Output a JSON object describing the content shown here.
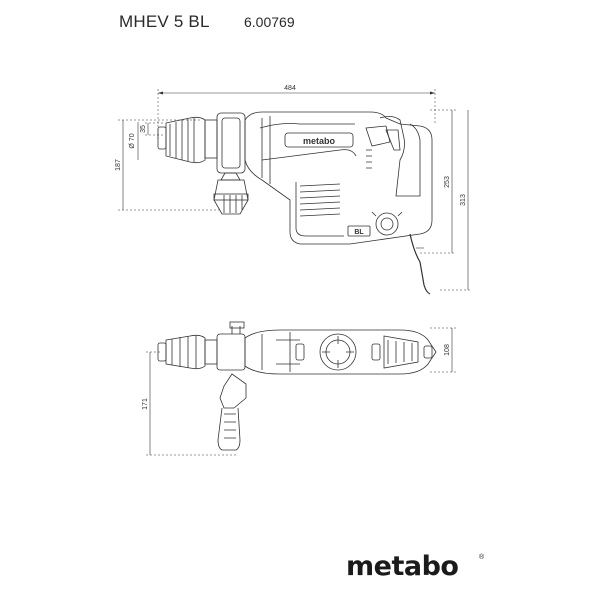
{
  "header": {
    "model": "MHEV 5 BL",
    "article_number": "6.00769"
  },
  "side_view": {
    "dimensions": {
      "overall_length": "484",
      "chuck_diameter": "Ø 70",
      "shank": "35",
      "handle_height": "187",
      "body_height": "253",
      "total_height": "313"
    },
    "brand_label": "metabo",
    "badge_label": "BL"
  },
  "top_view": {
    "dimensions": {
      "width": "108",
      "handle_offset": "171"
    }
  },
  "footer": {
    "logo": "metabo",
    "registered_mark": "®"
  }
}
